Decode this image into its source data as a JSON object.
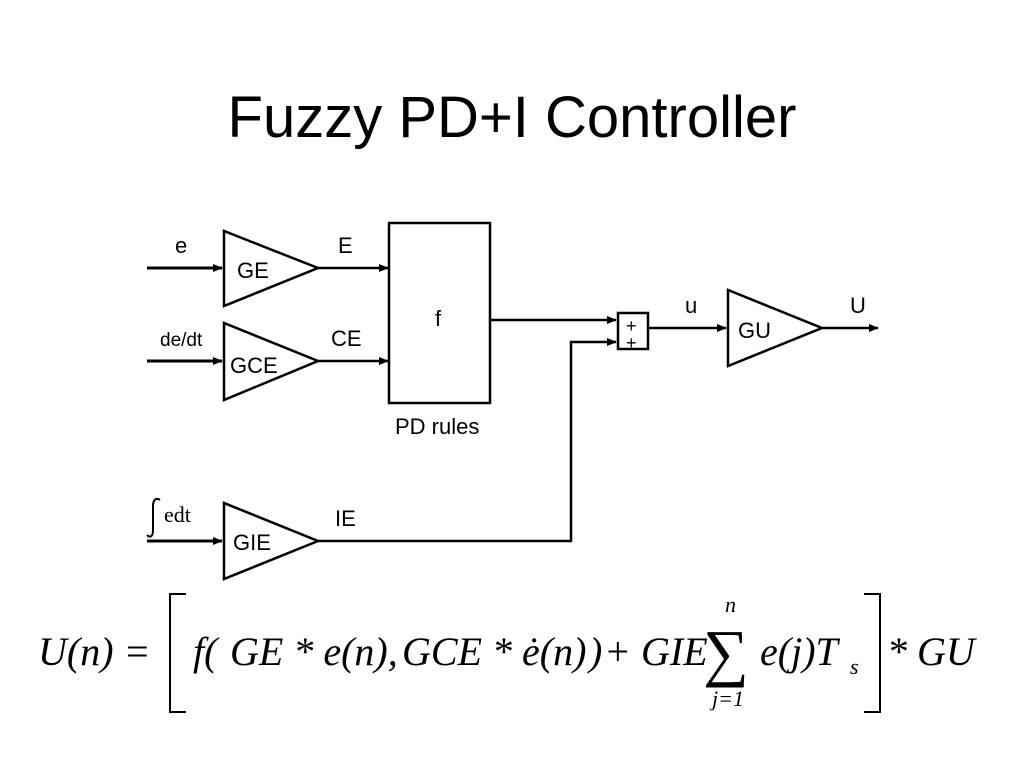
{
  "slide": {
    "title": "Fuzzy PD+I Controller"
  },
  "diagram": {
    "signals": {
      "e": "e",
      "dedt": "de/dt",
      "integral_integrand": "edt",
      "E": "E",
      "CE": "CE",
      "IE": "IE",
      "u": "u",
      "U": "U"
    },
    "blocks": {
      "ge": "GE",
      "gce": "GCE",
      "gie": "GIE",
      "gu": "GU",
      "rule_base_symbol": "f",
      "rule_base_caption": "PD rules",
      "sum_sign_top": "+",
      "sum_sign_bottom": "+"
    }
  },
  "equation": {
    "lhs": "U(n) =",
    "f_arg_open": "f(",
    "term1": "GE * e(n),",
    "term2": "GCE * ė(n)",
    "f_arg_close": ")",
    "plus_gie": "+ GIE",
    "sum_upper": "n",
    "sum_lower": "j=1",
    "summand": "e(j)T",
    "summand_sub": "s",
    "times_gu": "* GU"
  }
}
